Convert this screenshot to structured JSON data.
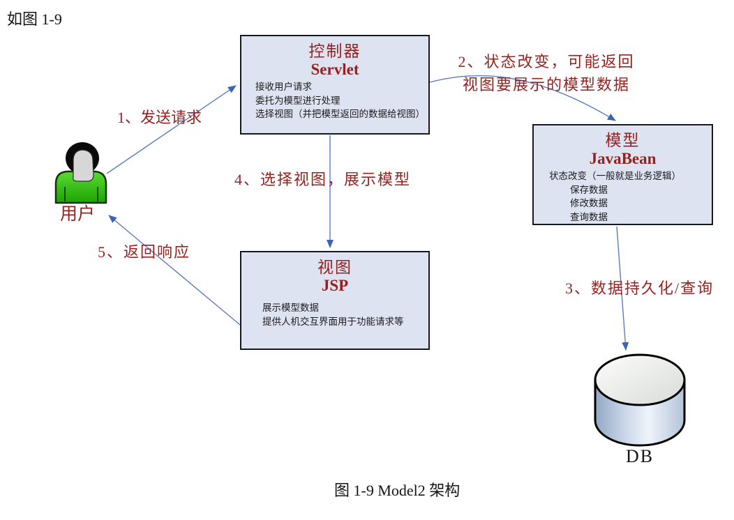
{
  "page": {
    "intro": "如图 1-9",
    "caption": "图 1-9 Model2 架构"
  },
  "colors": {
    "box_fill": "#dee3f2",
    "box_border": "#17171f",
    "heading_red": "#96221f",
    "label_red": "#96221f",
    "arrow_line_blue": "#5d7cbe",
    "arrowhead_blue": "#3a65b4",
    "user_green": "#2eb512",
    "body_text": "#1b1b1b"
  },
  "nodes": {
    "controller": {
      "title": "控制器",
      "subtitle": "Servlet",
      "lines": [
        "接收用户请求",
        "委托为模型进行处理",
        "选择视图（并把模型返回的数据给视图）"
      ]
    },
    "model": {
      "title": "模型",
      "subtitle": "JavaBean",
      "lines": [
        "状态改变（一般就是业务逻辑）",
        "保存数据",
        "修改数据",
        "查询数据"
      ]
    },
    "view": {
      "title": "视图",
      "subtitle": "JSP",
      "lines": [
        "展示模型数据",
        "提供人机交互界面用于功能请求等"
      ]
    },
    "user": {
      "label": "用户"
    },
    "database": {
      "label": "DB"
    }
  },
  "edges": {
    "send_request": {
      "label": "1、发送请求"
    },
    "state_change": {
      "label_line1": "2、状态改变，可能返回",
      "label_line2": "视图要展示的模型数据"
    },
    "persist": {
      "label": "3、数据持久化/查询"
    },
    "select_view": {
      "label": "4、选择视图，展示模型"
    },
    "response": {
      "label": "5、返回响应"
    }
  }
}
